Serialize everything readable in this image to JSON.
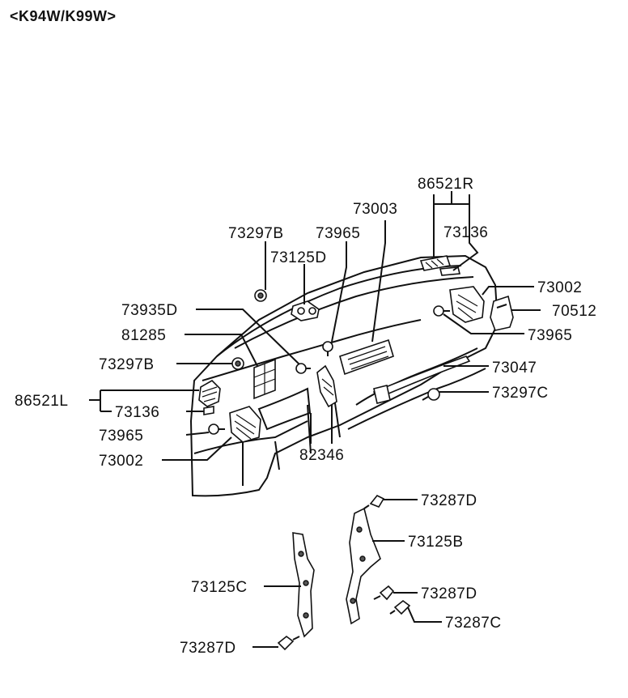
{
  "header": {
    "model_code": "<K94W/K99W>"
  },
  "callouts": {
    "c_86521R": "86521R",
    "c_73136_r": "73136",
    "c_73003": "73003",
    "c_73297B_top": "73297B",
    "c_73965_top": "73965",
    "c_73125D": "73125D",
    "c_73002_r": "73002",
    "c_70512": "70512",
    "c_73965_r": "73965",
    "c_73935D": "73935D",
    "c_81285": "81285",
    "c_73297B_l": "73297B",
    "c_73047": "73047",
    "c_73297C_r": "73297C",
    "c_86521L": "86521L",
    "c_73136_l": "73136",
    "c_73965_l": "73965",
    "c_73002_l": "73002",
    "c_82346": "82346",
    "c_73287D_1": "73287D",
    "c_73125B": "73125B",
    "c_73125C": "73125C",
    "c_73287D_2": "73287D",
    "c_73287C_b": "73287C",
    "c_73287D_3": "73287D"
  }
}
